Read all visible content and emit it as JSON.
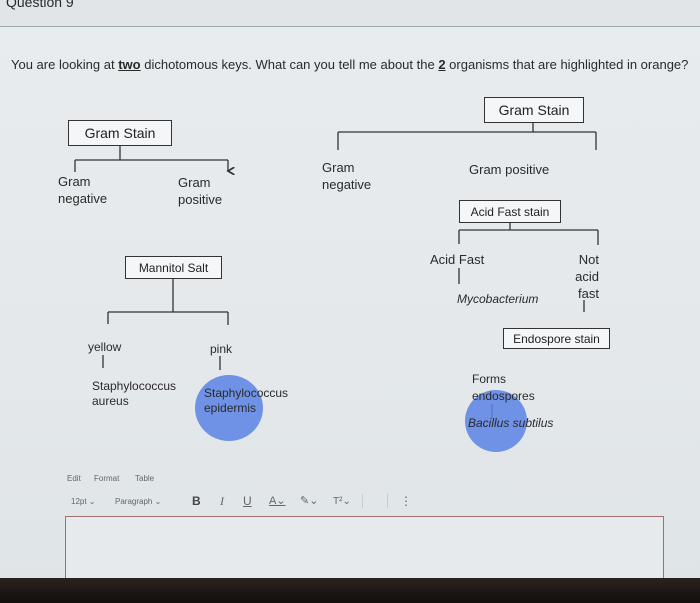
{
  "question": {
    "title": "Question 9",
    "prompt_parts": [
      "You are looking at ",
      "two",
      " dichotomous keys. What can you tell me about the ",
      "2",
      " organisms that are highlighted in orange?"
    ]
  },
  "left_key": {
    "root": "Gram Stain",
    "branch_left": "Gram negative",
    "branch_right": "Gram positive",
    "test": "Mannitol Salt",
    "result_left": "yellow",
    "result_right": "pink",
    "organism_left": "Staphylococcus aureus",
    "organism_right": "Staphylococcus epidermis"
  },
  "right_key": {
    "root": "Gram Stain",
    "branch_left": "Gram negative",
    "branch_right": "Gram positive",
    "test1": "Acid Fast stain",
    "acid_fast": "Acid Fast",
    "not_acid_fast": "Not acid fast",
    "organism1": "Mycobacterium",
    "test2": "Endospore stain",
    "forms": "Forms endospores",
    "organism2": "Bacillus subtilus"
  },
  "highlight_color": "#5a82e6",
  "editor": {
    "menu": [
      "Edit",
      "Format",
      "Table"
    ],
    "font_size": "12pt",
    "block": "Paragraph",
    "tools": [
      "bold-icon",
      "italic-icon",
      "underline-icon",
      "text-color-icon",
      "highlight-icon",
      "superscript-icon",
      "more-icon"
    ]
  }
}
